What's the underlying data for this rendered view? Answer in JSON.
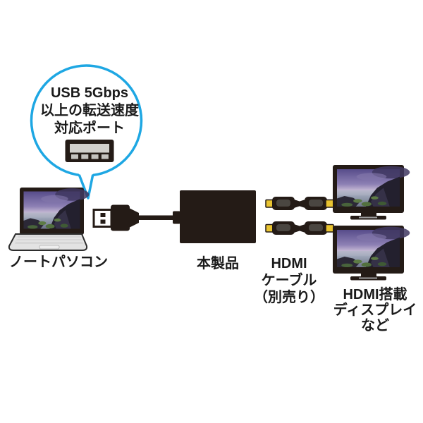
{
  "colors": {
    "accent_blue": "#1ea7e3",
    "device_black": "#241b16",
    "hdmi_yellow": "#e9c431",
    "label_text": "#1a1a1a"
  },
  "callout": {
    "lines": [
      "USB 5Gbps",
      "以上の転送速度",
      "対応ポート"
    ]
  },
  "labels": {
    "laptop": "ノートパソコン",
    "adapter": "本製品",
    "hdmi_cable_lines": [
      "HDMI",
      "ケーブル",
      "（別売り）"
    ],
    "display_lines": [
      "HDMI搭載",
      "ディスプレイ",
      "など"
    ]
  }
}
